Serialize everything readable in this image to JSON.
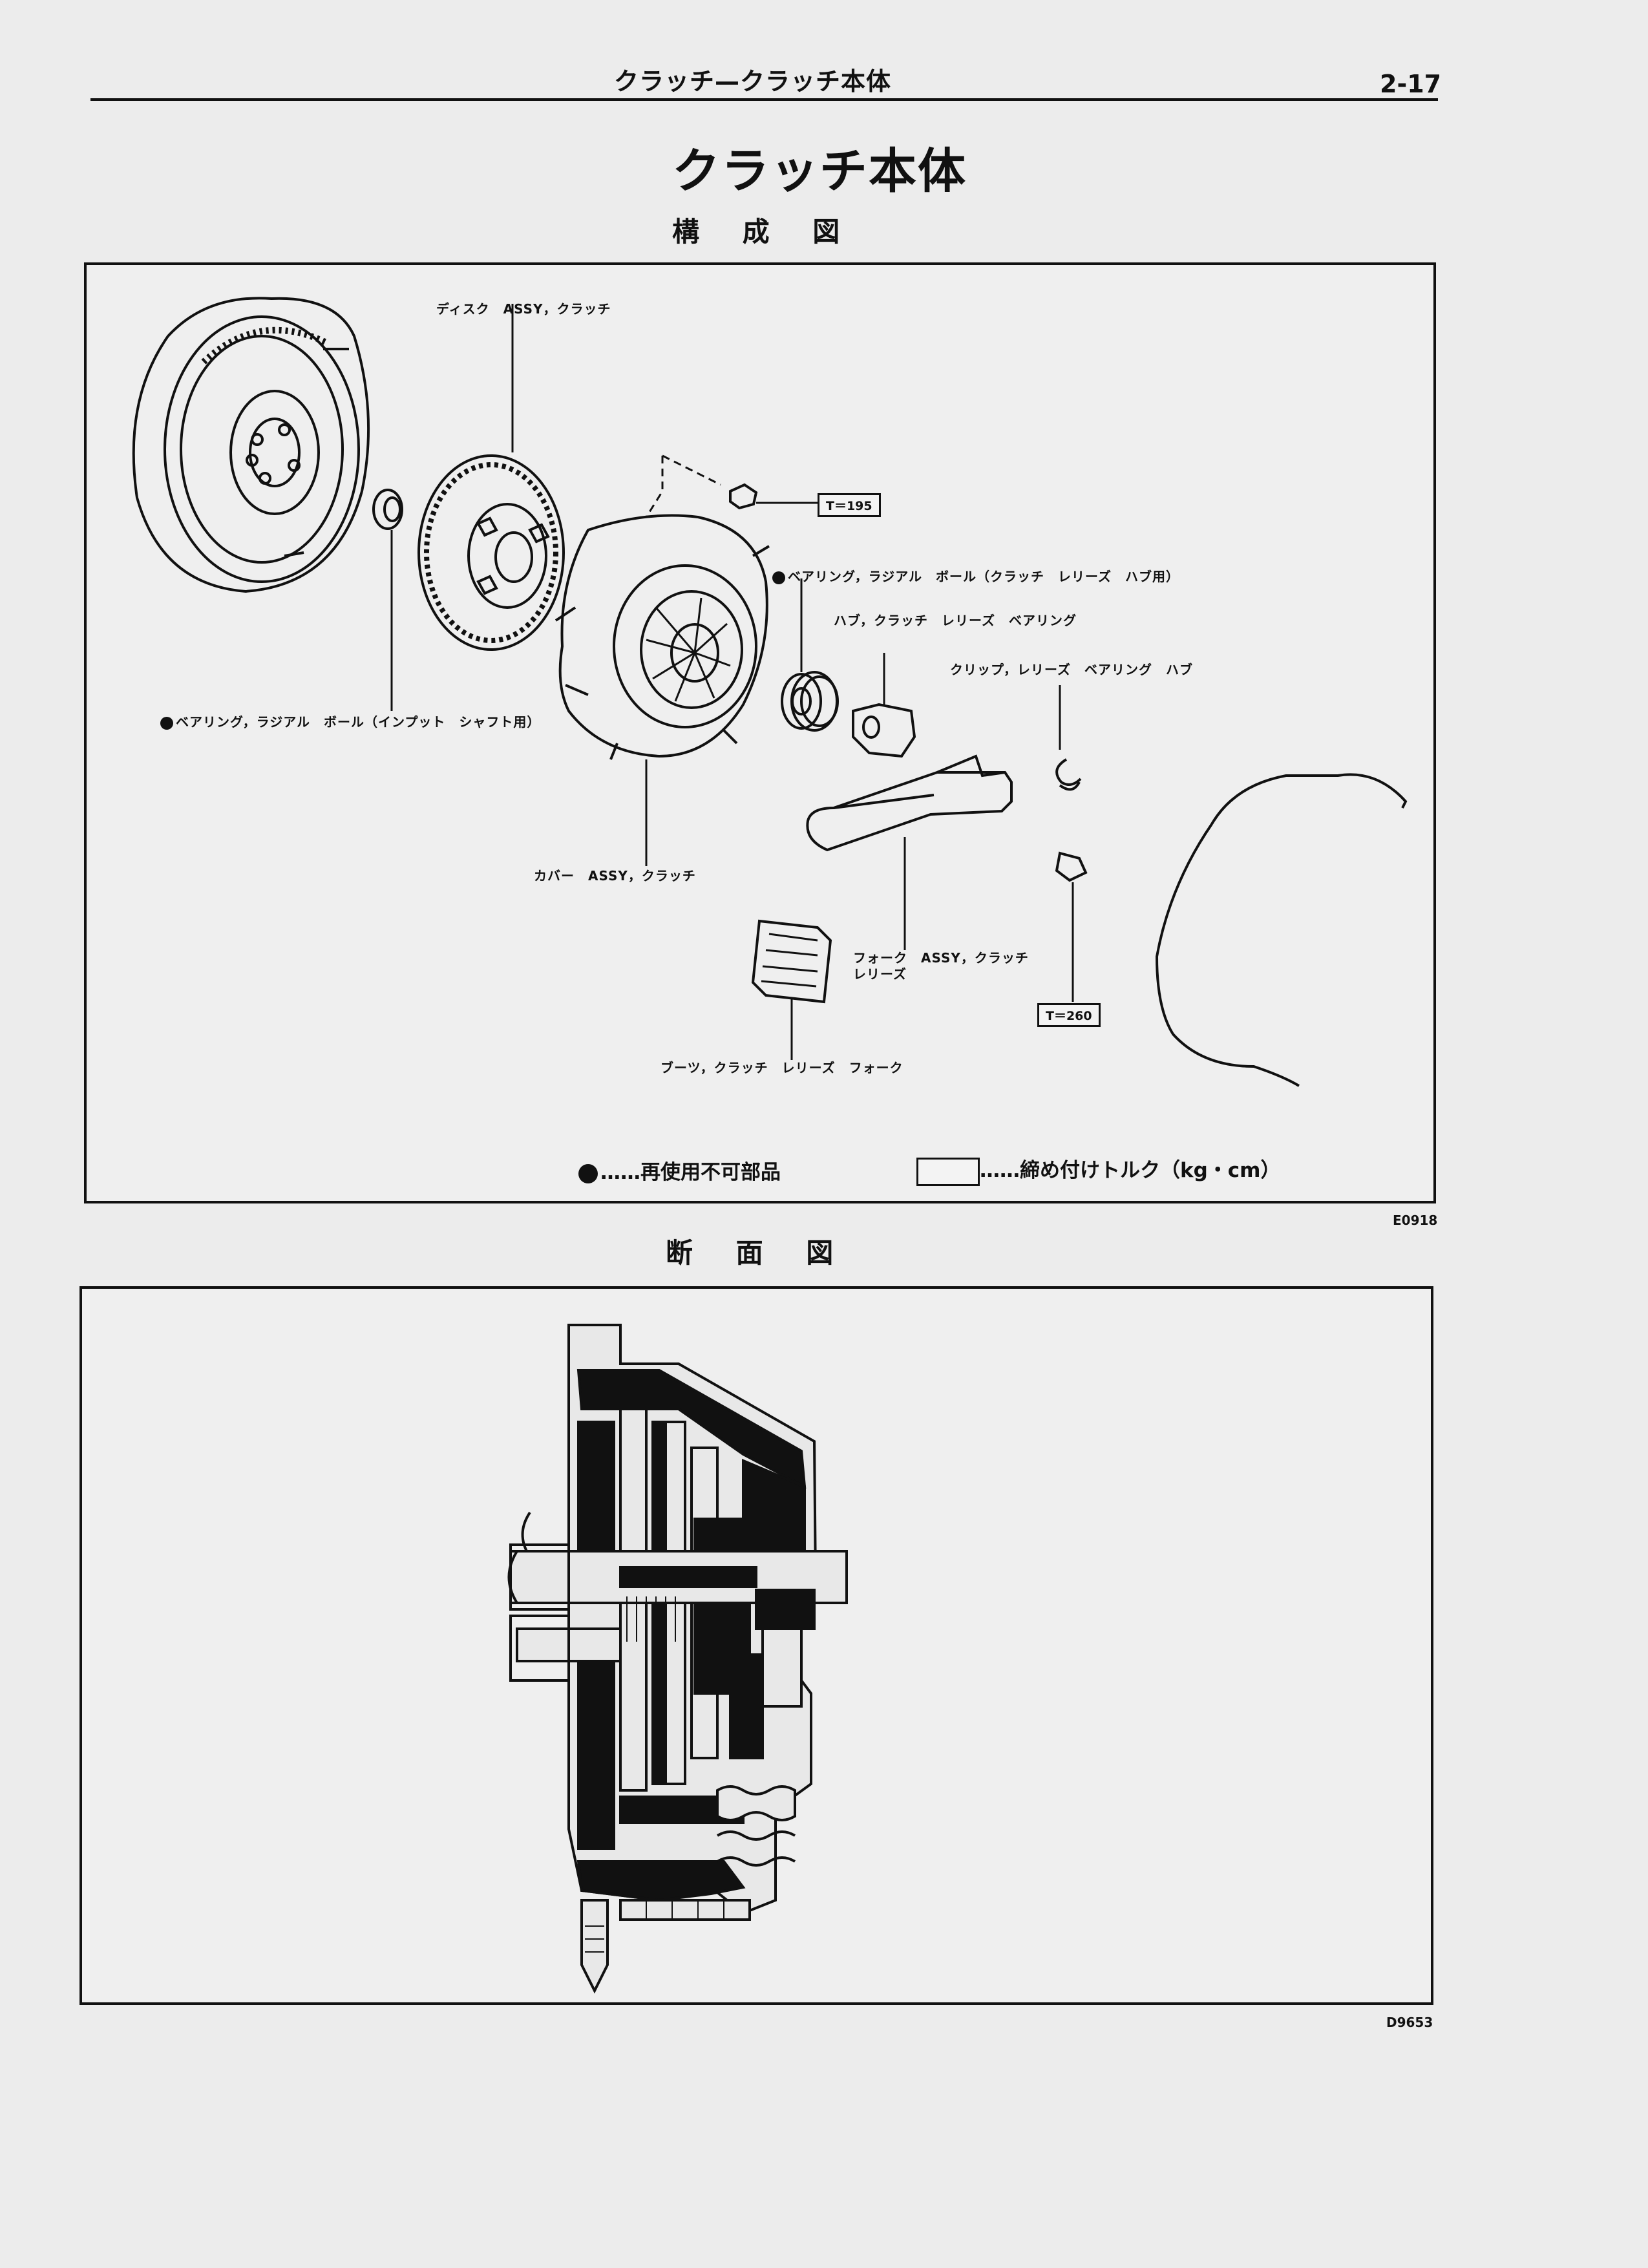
{
  "header": {
    "section_title": "クラッチ—クラッチ本体",
    "page_number": "2-17"
  },
  "title": "クラッチ本体",
  "component_diagram": {
    "heading": "構 成 図",
    "labels": {
      "disc": "ディスク　ASSY，クラッチ",
      "release_hub_bearing": "ベアリング，ラジアル　ボール（クラッチ　レリーズ　ハブ用）",
      "release_hub": "ハブ，クラッチ　レリーズ　ベアリング",
      "clip": "クリップ，レリーズ　ベアリング　ハブ",
      "input_shaft_bearing": "ベアリング，ラジアル　ボール（インプット　シャフト用）",
      "cover": "カバー　ASSY，クラッチ",
      "fork_line1": "フォーク　ASSY，クラッチ",
      "fork_line2": "レリーズ",
      "boot": "ブーツ，クラッチ　レリーズ　フォーク"
    },
    "torque": {
      "cover_bolt": "T＝195",
      "pivot": "T＝260"
    },
    "legend": {
      "non_reusable": "……再使用不可部品",
      "torque": "……締め付けトルク（kg・cm）"
    },
    "figure_code": "E0918"
  },
  "section_view": {
    "heading": "断 面 図",
    "figure_code": "D9653"
  }
}
